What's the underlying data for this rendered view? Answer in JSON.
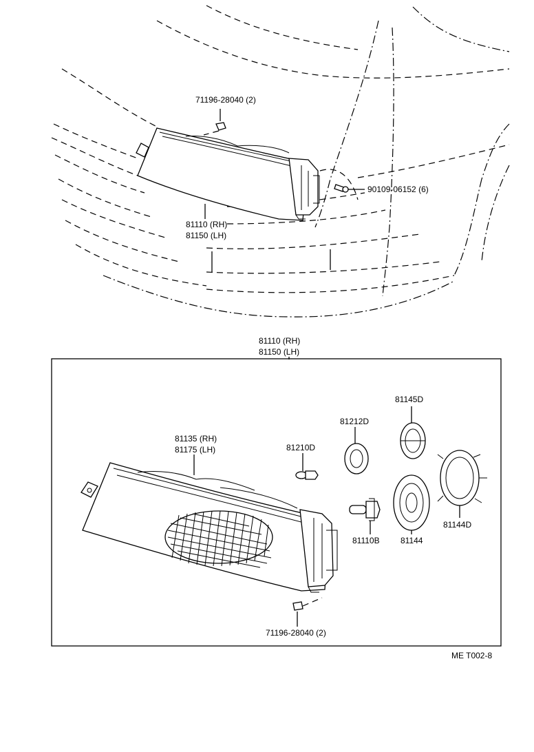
{
  "callouts": {
    "top_clip": "71196-28040 (2)",
    "top_screw": "90109-06152 (6)",
    "top_unit_rh": "81110 (RH)",
    "top_unit_lh": "81150 (LH)",
    "box_unit_rh": "81110 (RH)",
    "box_unit_lh": "81150 (LH)",
    "lens_rh": "81135 (RH)",
    "lens_lh": "81175 (LH)",
    "bulb_small": "81210D",
    "socket_ring": "81212D",
    "cap_81145d": "81145D",
    "bulb_main": "81110B",
    "cover_81144": "81144",
    "cover_81144d": "81144D",
    "bottom_clip": "71196-28040 (2)"
  },
  "figure_code": "ME T002-8"
}
